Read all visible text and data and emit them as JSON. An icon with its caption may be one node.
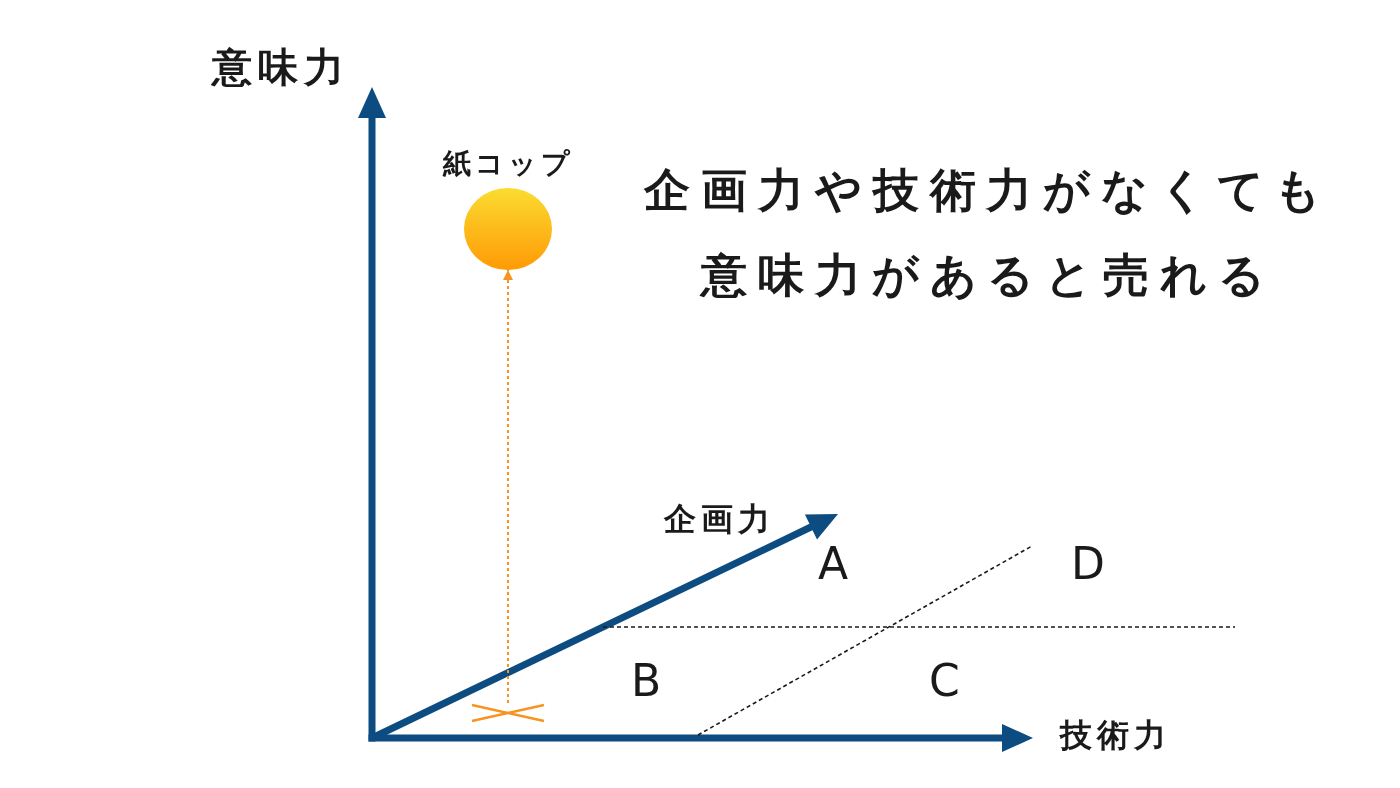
{
  "diagram": {
    "title": "企画力や技術力がなくても意味力があると売れる",
    "nodes": [
      {
        "text": [],
        "shape": "circle",
        "beside": [
          "紙コップ"
        ]
      },
      {
        "text": [],
        "shape": "cross"
      }
    ],
    "edges": [
      {
        "from": 1,
        "to": 0,
        "arrow": "to",
        "style": "dashed",
        "color": "#f7931e"
      }
    ],
    "labels": [
      "意味力",
      "企画力",
      "A",
      "D",
      "B",
      "C",
      "技術力"
    ]
  }
}
